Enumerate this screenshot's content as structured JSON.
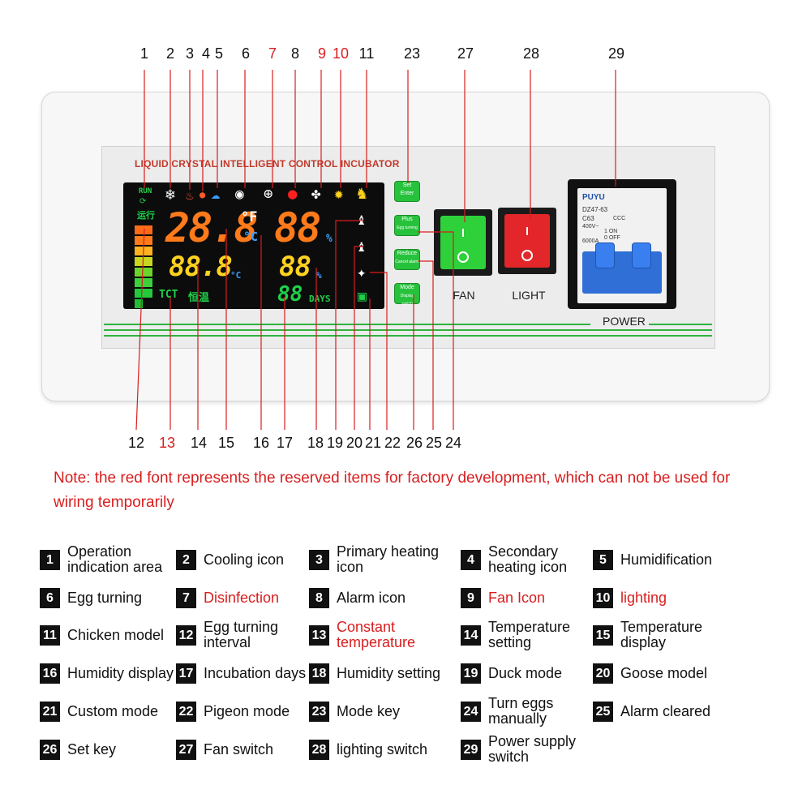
{
  "panel": {
    "title": "LIQUID CRYSTAL INTELLIGENT CONTROL INCUBATOR",
    "lcd": {
      "run_label": "RUN",
      "run_cn": "运行",
      "temp_display": "28.8",
      "temp_unit_f": "°F",
      "temp_unit_c": "°C",
      "humidity_display": "88",
      "humidity_unit": "%",
      "temp_setting": "88.8",
      "temp_setting_unit": "°C",
      "humidity_setting": "88",
      "humidity_setting_unit": "%",
      "days_value": "88",
      "days_label": "DAYS",
      "tct_label": "TCT",
      "constant_cn": "恒温"
    },
    "keys": [
      {
        "line1": "Set",
        "line2": "Enter"
      },
      {
        "line1": "Plus",
        "line2": "Egg turning"
      },
      {
        "line1": "Reduce",
        "line2": "Cancel alarm"
      },
      {
        "line1": "Mode",
        "line2": "Display switch"
      }
    ],
    "fan_label": "FAN",
    "light_label": "LIGHT",
    "power_label": "POWER",
    "breaker": {
      "brand": "PUYU",
      "model": "DZ47-63",
      "rating": "C63",
      "voltage": "400V~",
      "on_label": "1 ON",
      "off_label": "0 OFF",
      "current": "6000A",
      "cert": "CCC"
    },
    "colors": {
      "fan_switch": "#2ed13a",
      "light_switch": "#e3262a",
      "keys": "#27c23c",
      "breaker_handle": "#2f6fd6",
      "leader_lines": "#d81e1e"
    }
  },
  "callouts_top": [
    {
      "n": "1",
      "red": false
    },
    {
      "n": "2",
      "red": false
    },
    {
      "n": "3",
      "red": false
    },
    {
      "n": "4",
      "red": false
    },
    {
      "n": "5",
      "red": false
    },
    {
      "n": "6",
      "red": false
    },
    {
      "n": "7",
      "red": true
    },
    {
      "n": "8",
      "red": false
    },
    {
      "n": "9",
      "red": true
    },
    {
      "n": "10",
      "red": true
    },
    {
      "n": "11",
      "red": false
    },
    {
      "n": "23",
      "red": false
    },
    {
      "n": "27",
      "red": false
    },
    {
      "n": "28",
      "red": false
    },
    {
      "n": "29",
      "red": false
    }
  ],
  "callouts_bottom": [
    {
      "n": "12",
      "red": false
    },
    {
      "n": "13",
      "red": true
    },
    {
      "n": "14",
      "red": false
    },
    {
      "n": "15",
      "red": false
    },
    {
      "n": "16",
      "red": false
    },
    {
      "n": "17",
      "red": false
    },
    {
      "n": "18",
      "red": false
    },
    {
      "n": "19",
      "red": false
    },
    {
      "n": "20",
      "red": false
    },
    {
      "n": "21",
      "red": false
    },
    {
      "n": "22",
      "red": false
    },
    {
      "n": "26",
      "red": false
    },
    {
      "n": "25",
      "red": false
    },
    {
      "n": "24",
      "red": false
    }
  ],
  "note": "Note: the red font represents the reserved items for factory development, which can not be used for wiring temporarily",
  "legend": [
    {
      "n": "1",
      "text": "Operation indication area",
      "red": false
    },
    {
      "n": "2",
      "text": "Cooling icon",
      "red": false
    },
    {
      "n": "3",
      "text": "Primary heating icon",
      "red": false
    },
    {
      "n": "4",
      "text": "Secondary heating icon",
      "red": false
    },
    {
      "n": "5",
      "text": "Humidification",
      "red": false
    },
    {
      "n": "6",
      "text": "Egg turning",
      "red": false
    },
    {
      "n": "7",
      "text": "Disinfection",
      "red": true
    },
    {
      "n": "8",
      "text": "Alarm icon",
      "red": false
    },
    {
      "n": "9",
      "text": "Fan Icon",
      "red": true
    },
    {
      "n": "10",
      "text": "lighting",
      "red": true
    },
    {
      "n": "11",
      "text": "Chicken model",
      "red": false
    },
    {
      "n": "12",
      "text": "Egg turning interval",
      "red": false
    },
    {
      "n": "13",
      "text": "Constant temperature",
      "red": true
    },
    {
      "n": "14",
      "text": "Temperature setting",
      "red": false
    },
    {
      "n": "15",
      "text": "Temperature display",
      "red": false
    },
    {
      "n": "16",
      "text": "Humidity display",
      "red": false
    },
    {
      "n": "17",
      "text": "Incubation days",
      "red": false
    },
    {
      "n": "18",
      "text": "Humidity setting",
      "red": false
    },
    {
      "n": "19",
      "text": "Duck mode",
      "red": false
    },
    {
      "n": "20",
      "text": "Goose model",
      "red": false
    },
    {
      "n": "21",
      "text": "Custom mode",
      "red": false
    },
    {
      "n": "22",
      "text": "Pigeon mode",
      "red": false
    },
    {
      "n": "23",
      "text": "Mode key",
      "red": false
    },
    {
      "n": "24",
      "text": "Turn eggs manually",
      "red": false
    },
    {
      "n": "25",
      "text": "Alarm cleared",
      "red": false
    },
    {
      "n": "26",
      "text": "Set key",
      "red": false
    },
    {
      "n": "27",
      "text": "Fan switch",
      "red": false
    },
    {
      "n": "28",
      "text": "lighting switch",
      "red": false
    },
    {
      "n": "29",
      "text": "Power supply switch",
      "red": false
    }
  ]
}
